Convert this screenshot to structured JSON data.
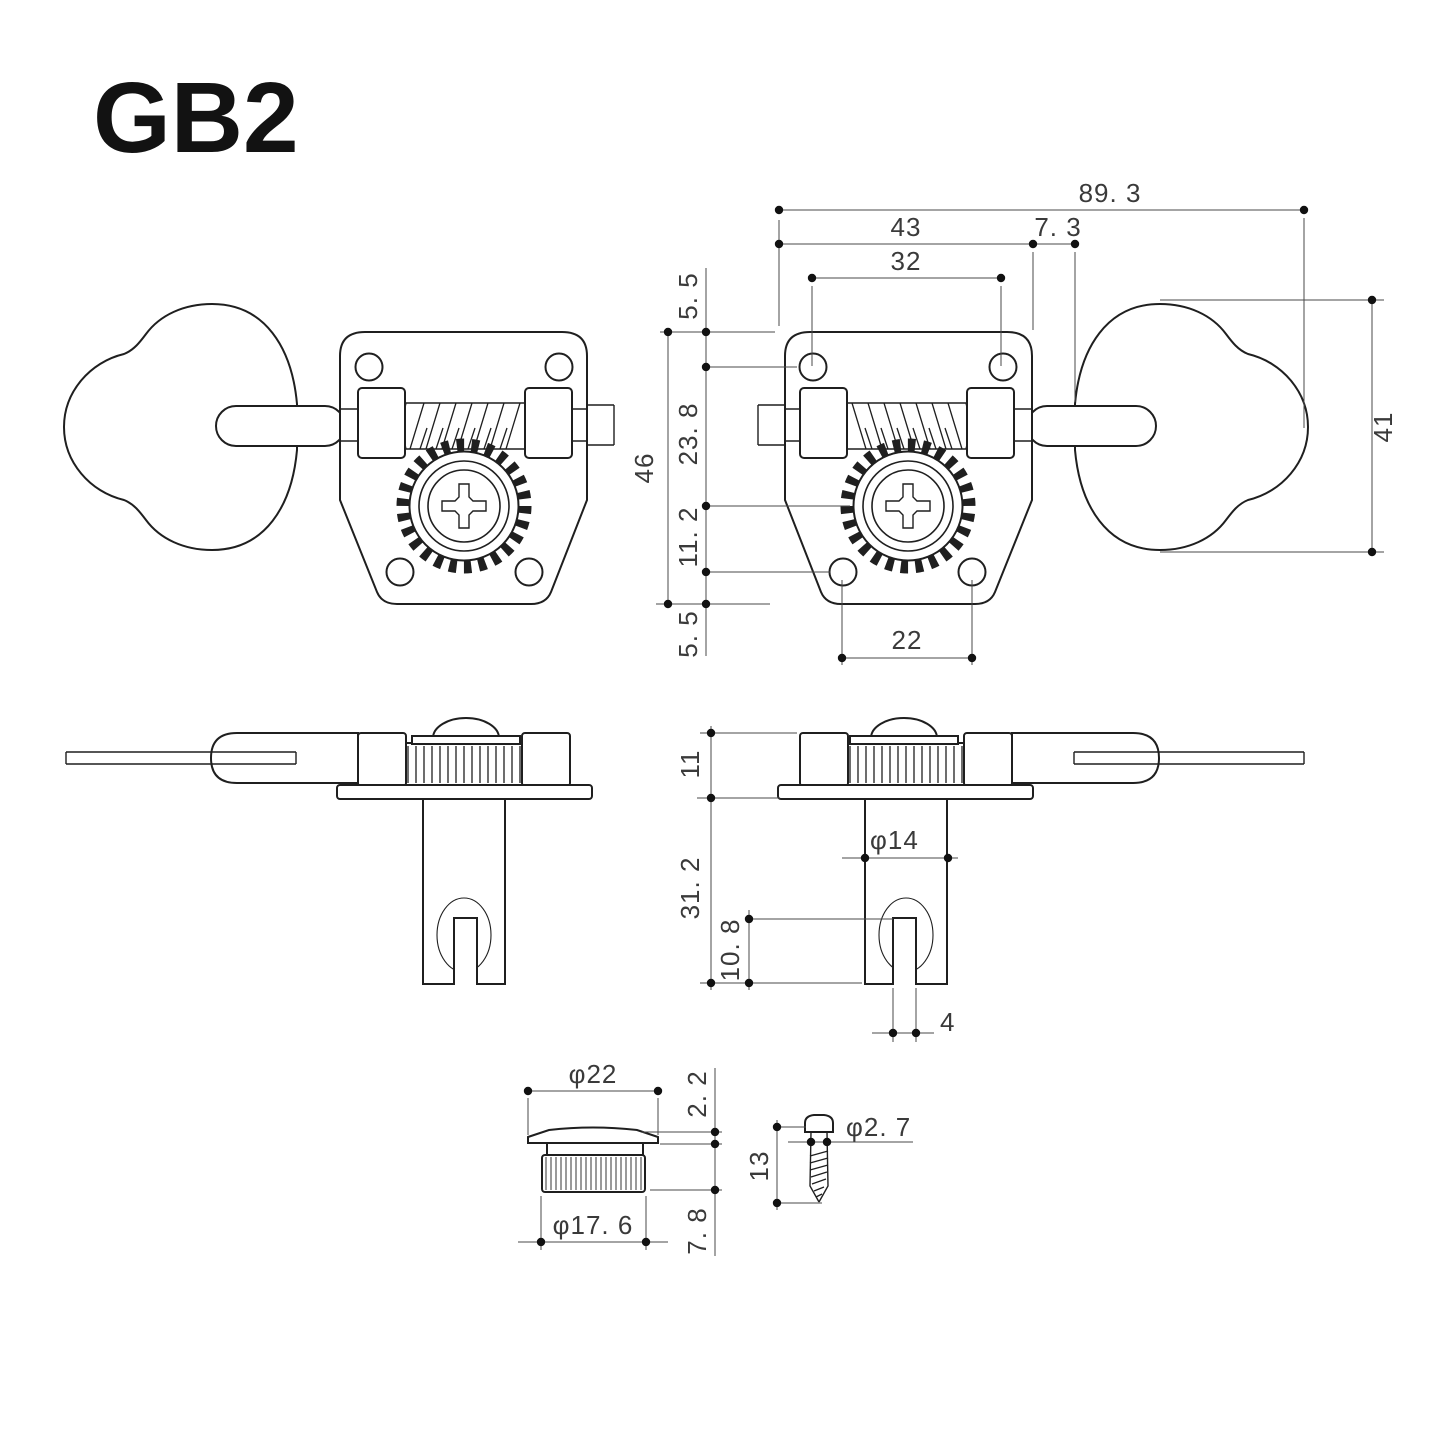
{
  "title": "GB2",
  "colors": {
    "line": "#1f1f1f",
    "dimension": "#3a3a3a",
    "background": "#ffffff"
  },
  "front_view": {
    "dims": {
      "overall_length": "89. 3",
      "plate_to_key_edge": "43",
      "shaft_exposed": "7. 3",
      "upper_hole_spacing": "32",
      "plate_top_to_upper_hole": "5. 5",
      "plate_height": "46",
      "upper_hole_to_post_center": "23. 8",
      "post_center_to_lower_hole": "11. 2",
      "lower_hole_to_plate_bottom": "5. 5",
      "lower_hole_spacing": "22",
      "button_height": "41"
    }
  },
  "side_view": {
    "dims": {
      "gear_housing_height": "11",
      "post_length": "31. 2",
      "slot_depth": "10. 8",
      "post_diameter": "φ14",
      "slot_width": "4"
    }
  },
  "bushing": {
    "dims": {
      "flange_diameter": "φ22",
      "flange_thickness": "2. 2",
      "body_diameter": "φ17. 6",
      "body_height": "7. 8"
    }
  },
  "screw": {
    "dims": {
      "length": "13",
      "thread_diameter": "φ2. 7"
    }
  }
}
